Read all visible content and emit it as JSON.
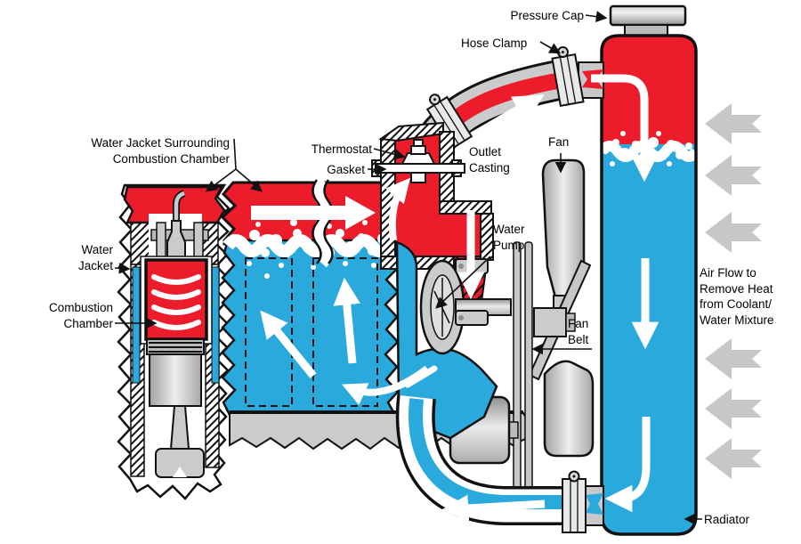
{
  "labels": {
    "pressure_cap": "Pressure Cap",
    "hose_clamp": "Hose Clamp",
    "thermostat": "Thermostat",
    "gasket": "Gasket",
    "outlet_casting_1": "Outlet",
    "outlet_casting_2": "Casting",
    "fan": "Fan",
    "water_pump_1": "Water",
    "water_pump_2": "Pump",
    "fan_belt_1": "Fan",
    "fan_belt_2": "Belt",
    "water_jacket_surround_1": "Water Jacket Surrounding",
    "water_jacket_surround_2": "Combustion Chamber",
    "water_jacket_1": "Water",
    "water_jacket_2": "Jacket",
    "combustion_chamber_1": "Combustion",
    "combustion_chamber_2": "Chamber",
    "air_flow_1": "Air Flow to",
    "air_flow_2": "Remove Heat",
    "air_flow_3": "from Coolant/",
    "air_flow_4": "Water Mixture",
    "radiator": "Radiator"
  },
  "colors": {
    "hot_coolant_red": "#ED1C2B",
    "cool_coolant_blue": "#29A9DC",
    "metal_gray": "#C6C8CA",
    "air_arrow_gray": "#C5C7C9",
    "outline_black": "#111111",
    "flow_arrow_white": "#FFFFFF"
  }
}
